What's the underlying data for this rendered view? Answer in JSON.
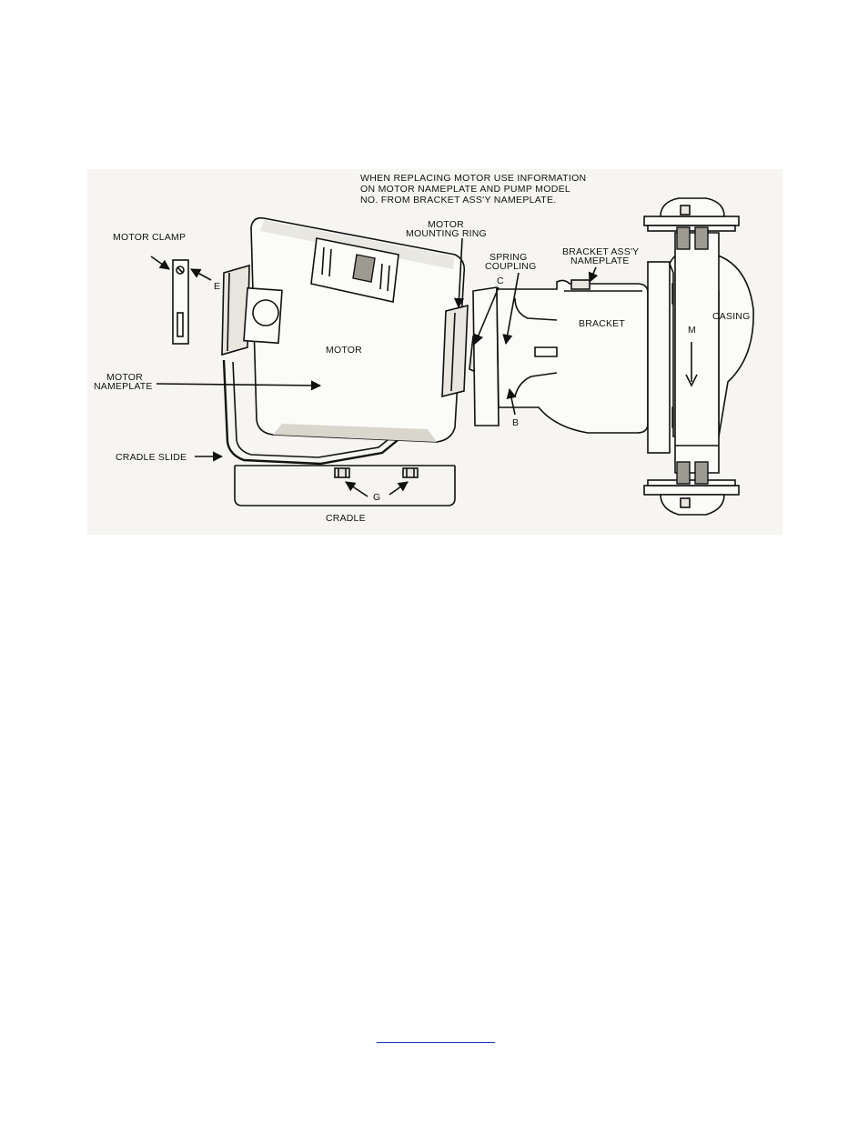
{
  "diagram": {
    "note": [
      "WHEN REPLACING MOTOR USE INFORMATION",
      "ON MOTOR NAMEPLATE AND PUMP MODEL",
      "NO. FROM BRACKET ASS'Y NAMEPLATE."
    ],
    "labels": {
      "motor_clamp": "MOTOR CLAMP",
      "e": "E",
      "motor_mounting_ring_1": "MOTOR",
      "motor_mounting_ring_2": "MOUNTING RING",
      "spring_coupling_1": "SPRING",
      "spring_coupling_2": "COUPLING",
      "c": "C",
      "bracket_nameplate_1": "BRACKET ASS'Y",
      "bracket_nameplate_2": "NAMEPLATE",
      "bracket": "BRACKET",
      "casing": "CASING",
      "motor": "MOTOR",
      "motor_nameplate_1": "MOTOR",
      "motor_nameplate_2": "NAMEPLATE",
      "b": "B",
      "cradle_slide": "CRADLE SLIDE",
      "g": "G",
      "cradle": "CRADLE",
      "flow_mark": "M"
    }
  },
  "footer": {
    "link_text": ""
  }
}
